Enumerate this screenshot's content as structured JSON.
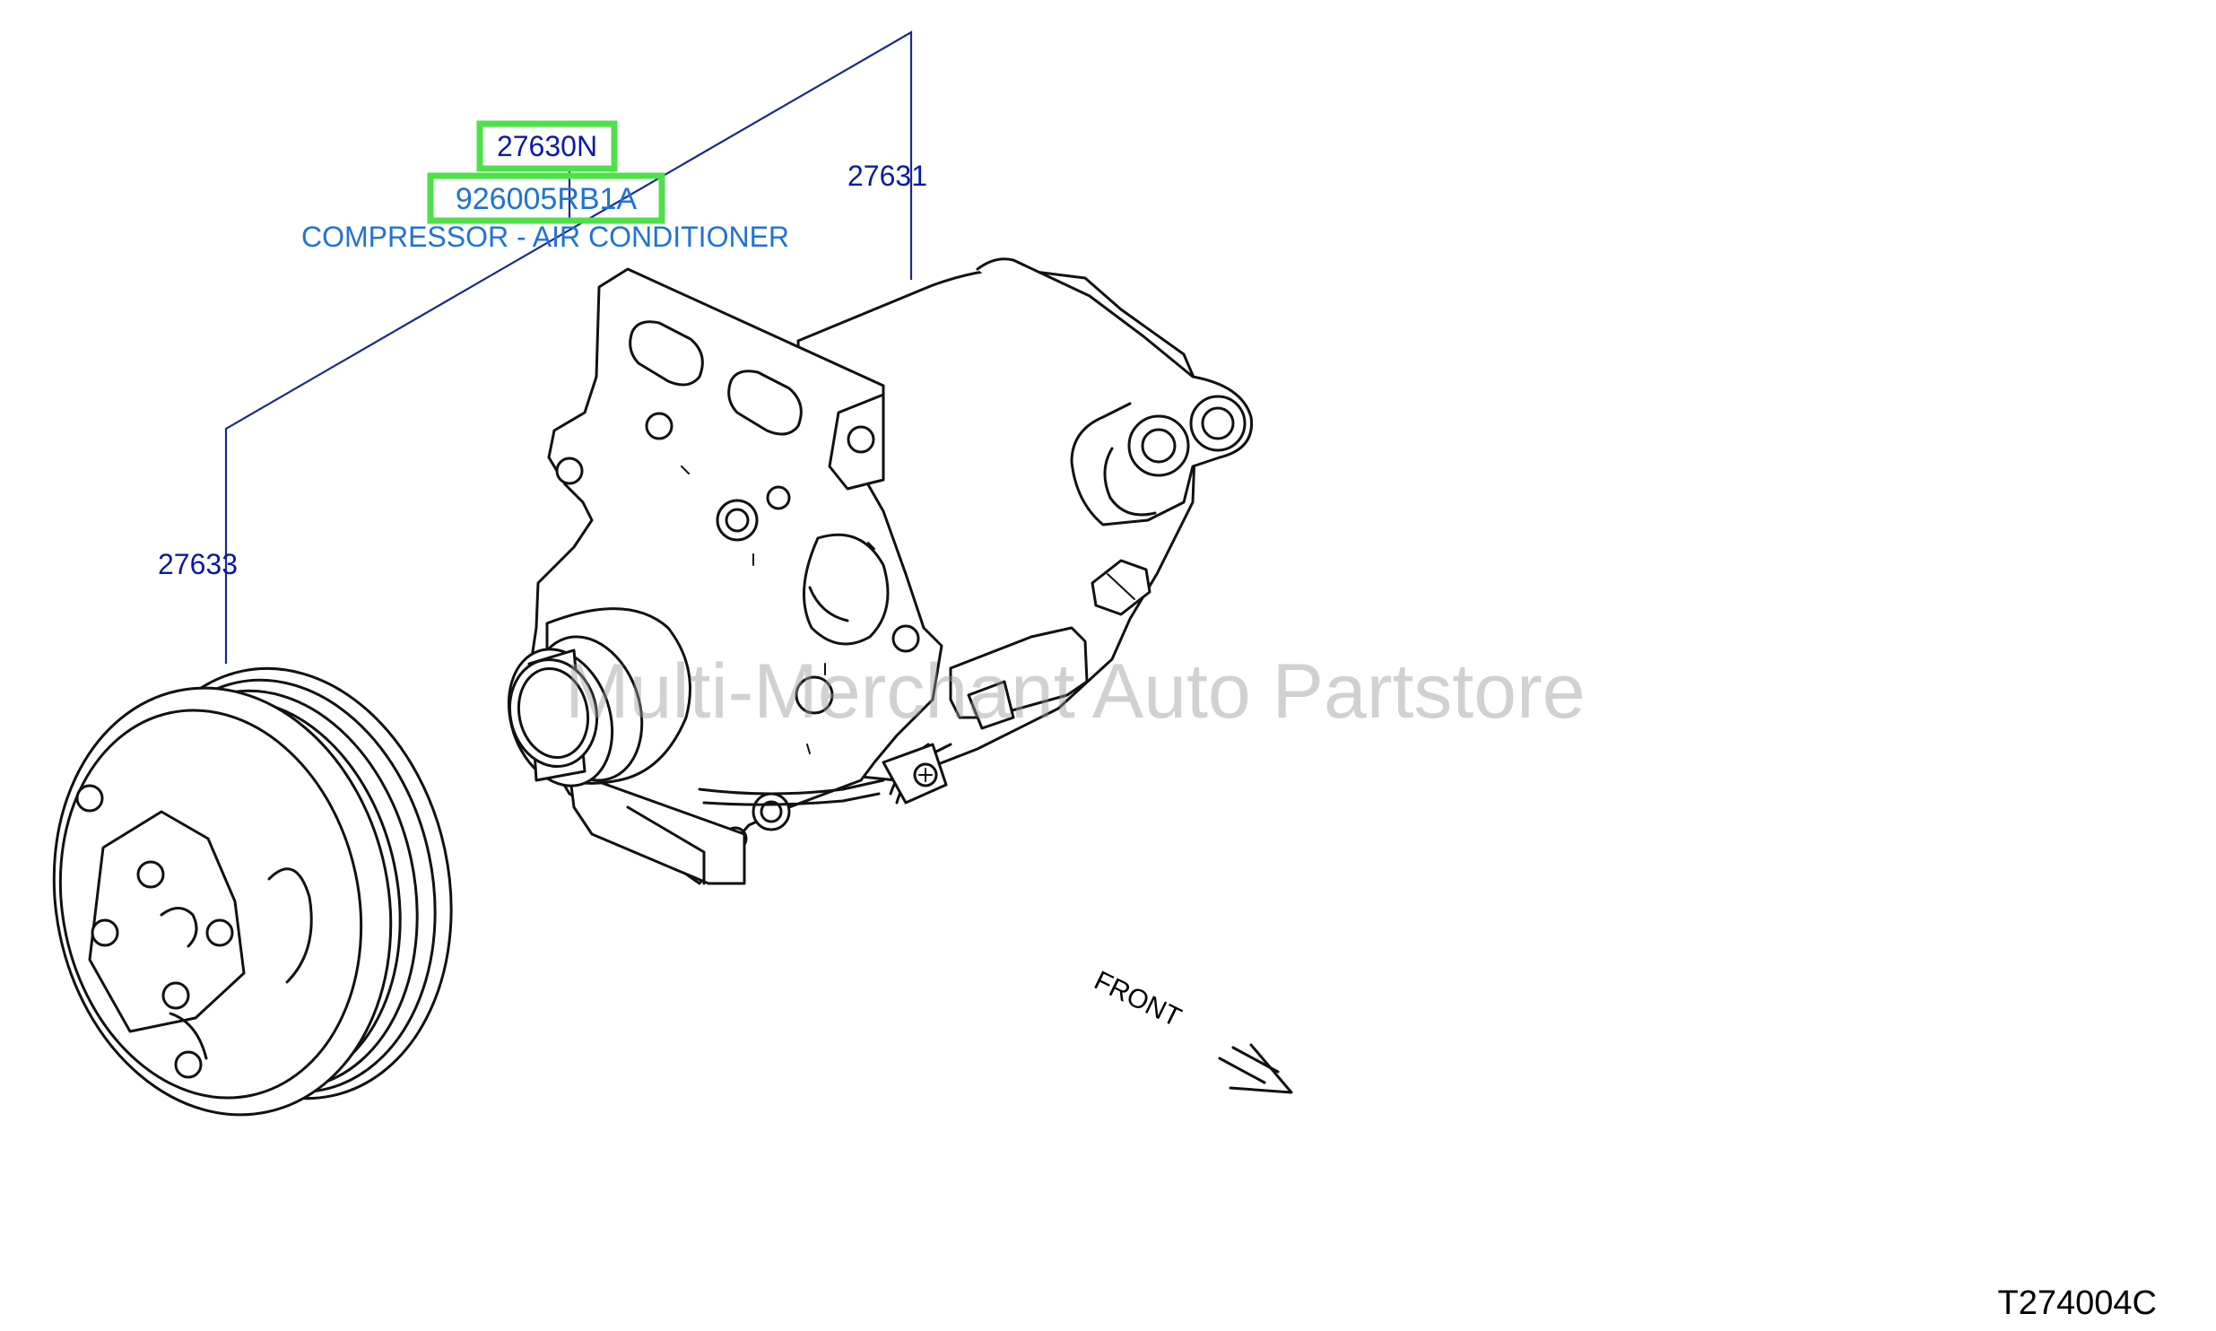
{
  "callouts": {
    "assembly_part": "27630N",
    "assembly_number": "926005RB1A",
    "assembly_description": "COMPRESSOR - AIR CONDITIONER",
    "compressor_part": "27631",
    "clutch_part": "27633"
  },
  "orientation_label": "FRONT",
  "watermark": "Multi-Merchant Auto Partstore",
  "diagram_reference": "T274004C",
  "colors": {
    "part_label": "#0a1aa8",
    "description_label": "#1e73d6",
    "leader_line": "#1a2a8c",
    "highlight": "#4fe04a"
  }
}
